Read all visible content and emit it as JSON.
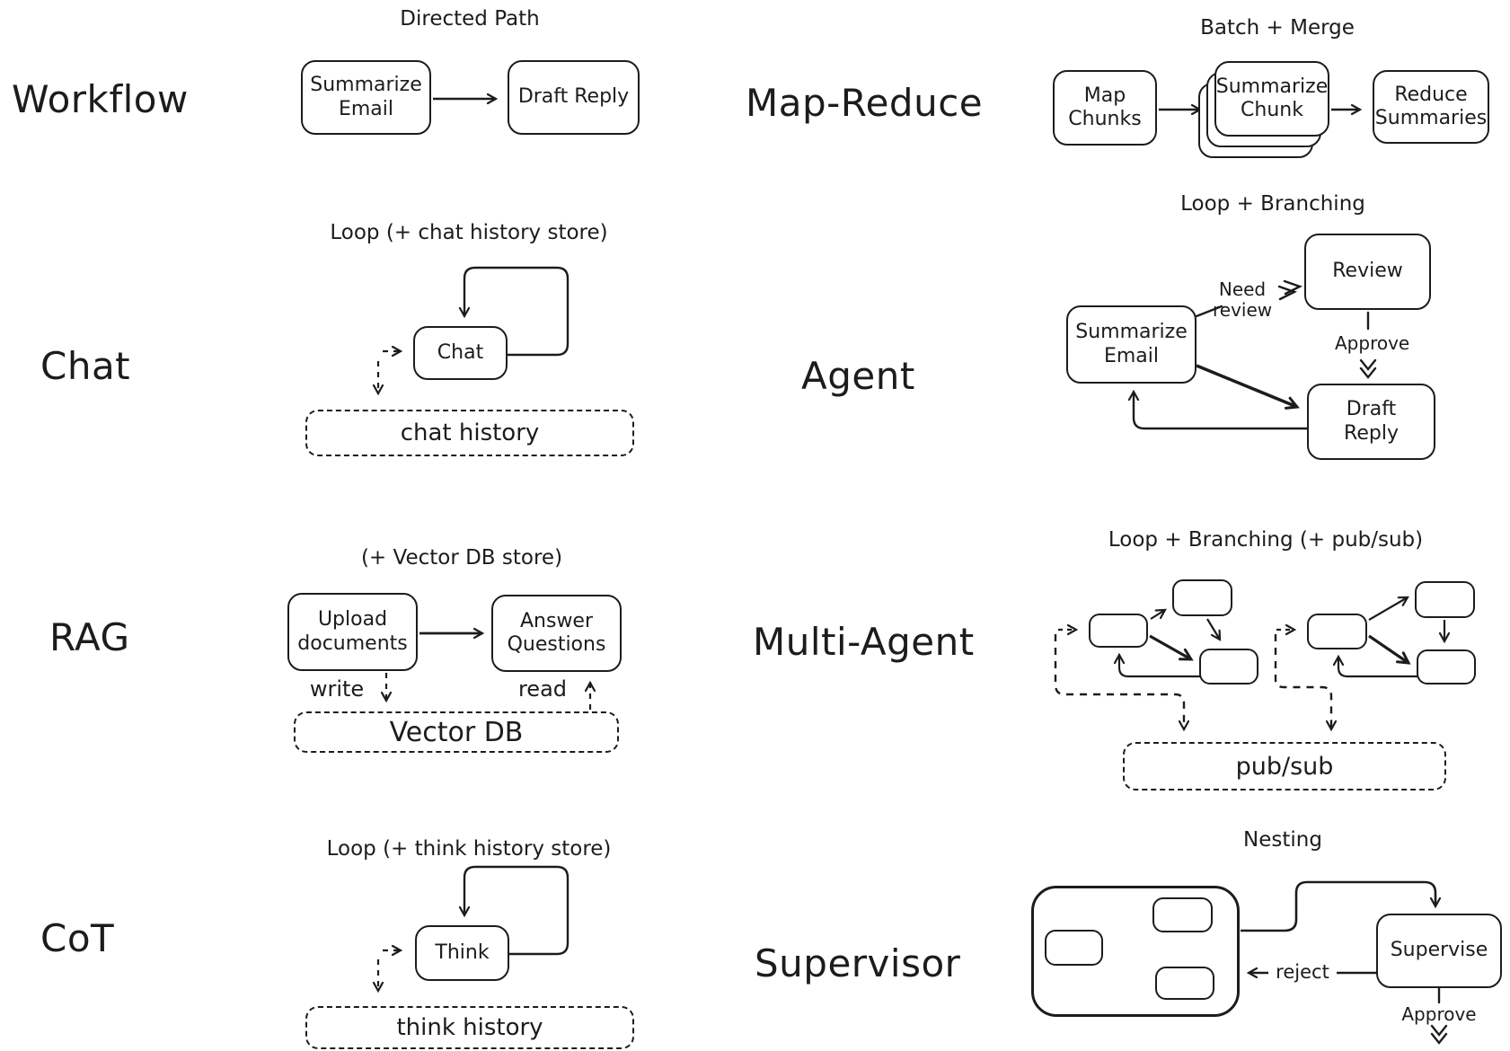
{
  "colors": {
    "ink": "#1c1c1c",
    "background": "#ffffff"
  },
  "sections": {
    "workflow": {
      "label": "Workflow",
      "title": "Directed Path",
      "nodes": {
        "summarize_email": "Summarize Email",
        "draft_reply": "Draft Reply"
      }
    },
    "map_reduce": {
      "label": "Map-Reduce",
      "title": "Batch + Merge",
      "nodes": {
        "map_chunks": "Map Chunks",
        "summarize_chunk": "Summarize Chunk",
        "reduce_summaries": "Reduce Summaries"
      }
    },
    "chat": {
      "label": "Chat",
      "title": "Loop (+ chat history store)",
      "nodes": {
        "chat": "Chat",
        "chat_history": "chat history"
      }
    },
    "agent": {
      "label": "Agent",
      "title": "Loop + Branching",
      "nodes": {
        "summarize_email": "Summarize Email",
        "review": "Review",
        "draft_reply": "Draft Reply"
      },
      "edges": {
        "need_line1": "Need",
        "need_line2": "review",
        "approve": "Approve"
      }
    },
    "rag": {
      "label": "RAG",
      "title": "(+ Vector DB store)",
      "nodes": {
        "upload_documents": "Upload documents",
        "answer_questions": "Answer Questions",
        "vector_db": "Vector DB"
      },
      "edges": {
        "write": "write",
        "read": "read"
      }
    },
    "multi_agent": {
      "label": "Multi-Agent",
      "title": "Loop + Branching (+ pub/sub)",
      "nodes": {
        "pub_sub": "pub/sub"
      }
    },
    "cot": {
      "label": "CoT",
      "title": "Loop (+ think history store)",
      "nodes": {
        "think": "Think",
        "think_history": "think history"
      }
    },
    "supervisor": {
      "label": "Supervisor",
      "title": "Nesting",
      "nodes": {
        "supervise": "Supervise"
      },
      "edges": {
        "reject": "reject",
        "approve": "Approve"
      }
    }
  }
}
